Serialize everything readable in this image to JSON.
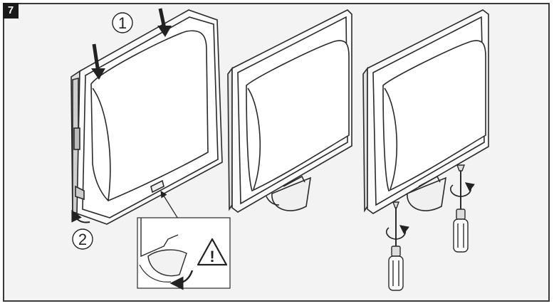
{
  "figure": {
    "step_number": "7",
    "callouts": {
      "step_one": "1",
      "step_two": "2"
    },
    "warning_symbol": "!"
  },
  "colors": {
    "outline": "#2a2a2a",
    "frame_bg": "#f3f3f3",
    "badge_bg": "#1a1a1a"
  },
  "icons": [
    "press-arrow-icon",
    "rotate-arrow-icon",
    "warning-triangle-icon",
    "screwdriver-icon",
    "screw-icon"
  ]
}
